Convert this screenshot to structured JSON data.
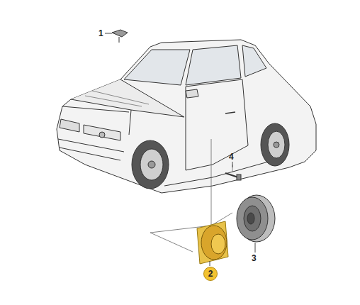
{
  "diagram": {
    "nodes": [
      {
        "text": [
          "2"
        ]
      }
    ],
    "labels": [
      "1",
      "4",
      "3"
    ]
  }
}
